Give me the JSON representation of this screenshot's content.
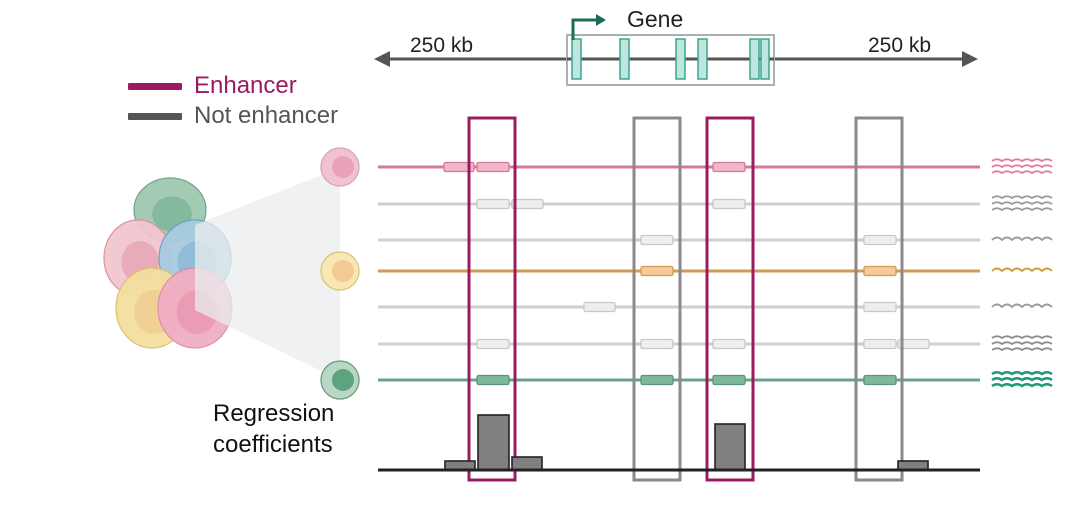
{
  "gene": {
    "label": "Gene",
    "left_distance": "250 kb",
    "right_distance": "250 kb",
    "exon_color": "#bfe6de",
    "exon_stroke": "#3aa58d",
    "box_stroke": "#a9b0b0",
    "arrow_color": "#1f6b5a"
  },
  "legend": {
    "enhancer": {
      "label": "Enhancer",
      "color": "#9a1b5f"
    },
    "not_enhancer": {
      "label": "Not enhancer",
      "color": "#555555"
    }
  },
  "regression": {
    "line1": "Regression",
    "line2": "coefficients",
    "bar_color": "#808080"
  },
  "cell_colors": [
    "#e9a1bb",
    "#9fc9b0",
    "#f2c6cf",
    "#a8cbe0",
    "#f4df9f",
    "#f0aec3"
  ],
  "tracks": [
    {
      "color": "#d47a98",
      "cell": "pink",
      "enhancer_color": "#f2b6c7",
      "enhancer_stroke": "#d47a98",
      "wave": "double",
      "wave_color": "#e27aa0"
    },
    {
      "color": "#cfcfcf",
      "cell": "none",
      "enhancer_color": "#eeeeee",
      "enhancer_stroke": "#c8c8c8",
      "wave": "double",
      "wave_color": "#9a9a9a"
    },
    {
      "color": "#cfcfcf",
      "cell": "none",
      "enhancer_color": "#eeeeee",
      "enhancer_stroke": "#c8c8c8",
      "wave": "single",
      "wave_color": "#9a9a9a"
    },
    {
      "color": "#d39a55",
      "cell": "yellow",
      "enhancer_color": "#f8c998",
      "enhancer_stroke": "#d39a55",
      "wave": "single",
      "wave_color": "#d39a33"
    },
    {
      "color": "#cfcfcf",
      "cell": "none",
      "enhancer_color": "#eeeeee",
      "enhancer_stroke": "#c8c8c8",
      "wave": "single",
      "wave_color": "#9a9a9a"
    },
    {
      "color": "#cfcfcf",
      "cell": "none",
      "enhancer_color": "#eeeeee",
      "enhancer_stroke": "#c8c8c8",
      "wave": "double",
      "wave_color": "#8a8a8a"
    },
    {
      "color": "#6ba386",
      "cell": "green",
      "enhancer_color": "#7db89a",
      "enhancer_stroke": "#5d9677",
      "wave": "triple",
      "wave_color": "#1a9a78"
    }
  ],
  "regions": [
    {
      "type": "enhancer",
      "coefficient": 0.95
    },
    {
      "type": "not_enhancer",
      "coefficient": 0
    },
    {
      "type": "enhancer",
      "coefficient": 0.8
    },
    {
      "type": "not_enhancer",
      "coefficient": 0.15
    }
  ]
}
